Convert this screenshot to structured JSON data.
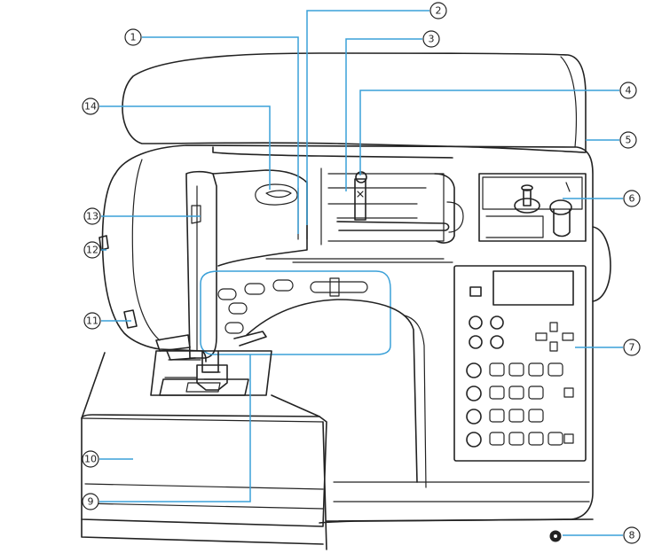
{
  "diagram": {
    "callouts": [
      {
        "id": "callout-1",
        "label": "1"
      },
      {
        "id": "callout-2",
        "label": "2"
      },
      {
        "id": "callout-3",
        "label": "3"
      },
      {
        "id": "callout-4",
        "label": "4"
      },
      {
        "id": "callout-5",
        "label": "5"
      },
      {
        "id": "callout-6",
        "label": "6"
      },
      {
        "id": "callout-7",
        "label": "7"
      },
      {
        "id": "callout-8",
        "label": "8"
      },
      {
        "id": "callout-9",
        "label": "9"
      },
      {
        "id": "callout-10",
        "label": "10"
      },
      {
        "id": "callout-11",
        "label": "11"
      },
      {
        "id": "callout-12",
        "label": "12"
      },
      {
        "id": "callout-13",
        "label": "13"
      },
      {
        "id": "callout-14",
        "label": "14"
      }
    ],
    "colors": {
      "line": "#222222",
      "callout_line": "#3aa0d8"
    }
  }
}
